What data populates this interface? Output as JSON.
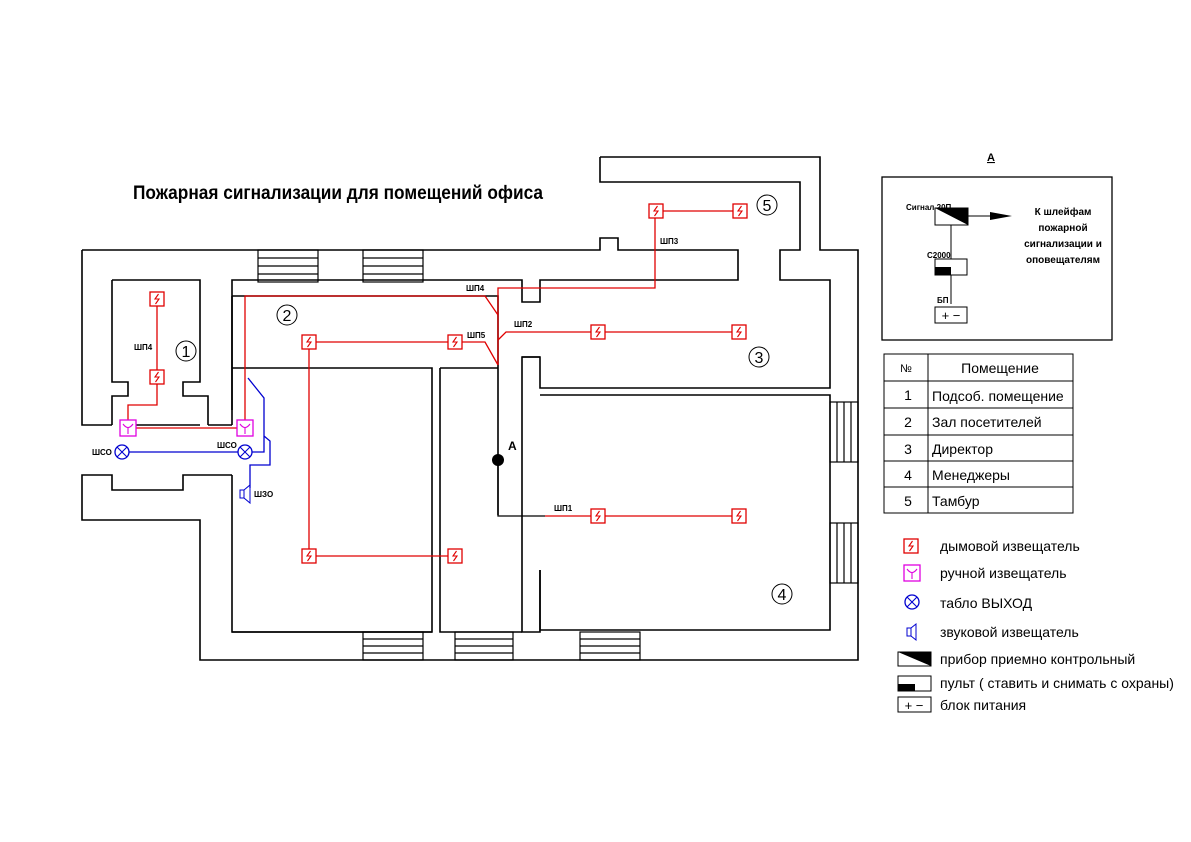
{
  "title": "Пожарная сигнализации для помещений офиса",
  "colors": {
    "smoke": "#e00000",
    "manual": "#e000e0",
    "exit": "#0000d0",
    "sound": "#0000d0",
    "walls": "#000000"
  },
  "room_numbers": [
    "1",
    "2",
    "3",
    "4",
    "5"
  ],
  "loop_labels": {
    "shp1": "ШП1",
    "shp2": "ШП2",
    "shp3": "ШП3",
    "shp4": "ШП4",
    "shp4b": "ШП4",
    "shp5": "ШП5",
    "shso1": "ШСО",
    "shso2": "ШСО",
    "shzo": "ШЗО"
  },
  "point_a": "A",
  "inset": {
    "title": "A",
    "panel_label": "Сигнал 20П",
    "console_label": "С2000",
    "psu_label": "БП",
    "psu_symbol": "+ −",
    "note": [
      "К шлейфам",
      "пожарной",
      "сигнализации и",
      "оповещателям"
    ]
  },
  "rooms_table": {
    "headers": [
      "№",
      "Помещение"
    ],
    "rows": [
      [
        "1",
        "Подсоб. помещение"
      ],
      [
        "2",
        "Зал посетителей"
      ],
      [
        "3",
        "Директор"
      ],
      [
        "4",
        "Менеджеры"
      ],
      [
        "5",
        "Тамбур"
      ]
    ]
  },
  "legend": [
    {
      "icon": "smoke-detector-icon",
      "label": "дымовой извещатель"
    },
    {
      "icon": "manual-call-point-icon",
      "label": "ручной извещатель"
    },
    {
      "icon": "exit-sign-icon",
      "label": "табло ВЫХОД"
    },
    {
      "icon": "sounder-icon",
      "label": "звуковой извещатель"
    },
    {
      "icon": "control-panel-icon",
      "label": "прибор приемно контрольный"
    },
    {
      "icon": "console-icon",
      "label": "пульт ( ставить и снимать с охраны)"
    },
    {
      "icon": "power-supply-icon",
      "label": "блок питания"
    }
  ]
}
